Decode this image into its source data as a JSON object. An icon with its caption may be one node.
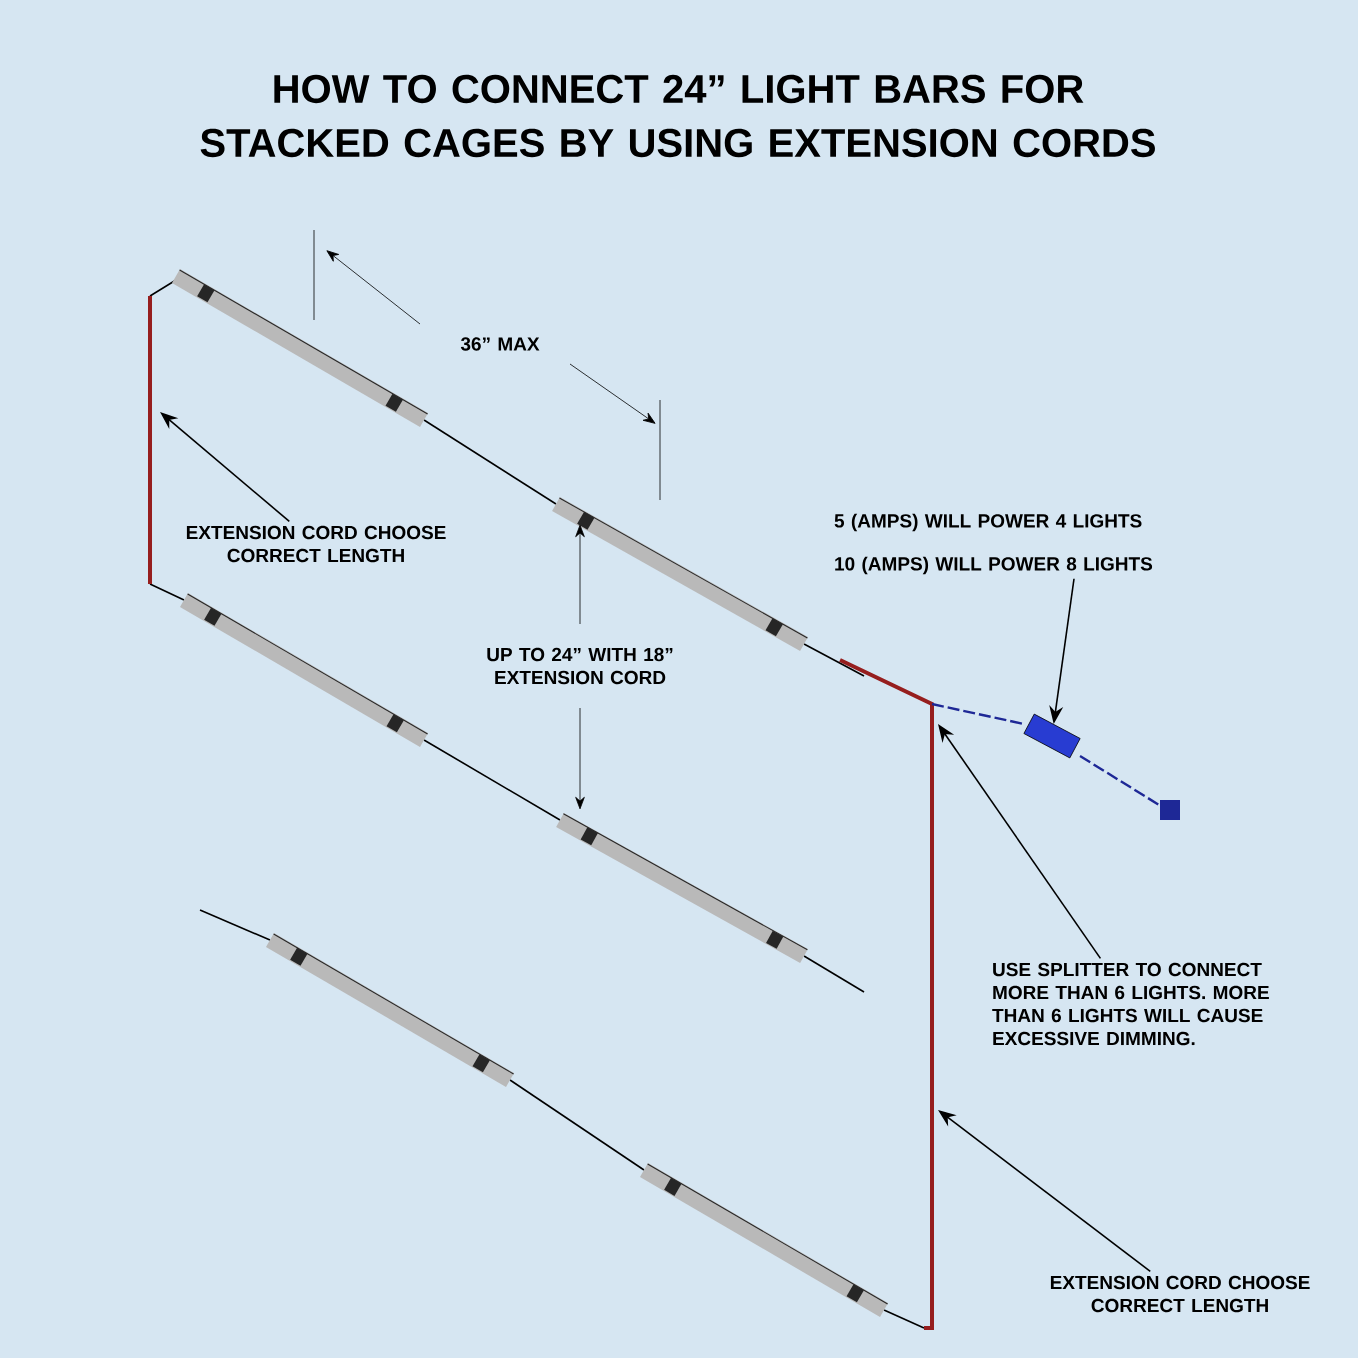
{
  "diagram": {
    "title": "HOW TO CONNECT 24” LIGHT BARS FOR STACKED CAGES BY USING EXTENSION CORDS",
    "nodes": [
      {
        "text": [
          "5 (AMPS) WILL POWER 4 LIGHTS",
          "10 (AMPS) WILL POWER 8 LIGHTS"
        ]
      },
      {
        "text": [],
        "shape": "box"
      },
      {
        "text": [
          "EXTENSION CORD CHOOSE CORRECT LENGTH"
        ]
      },
      {
        "text": [
          "USE SPLITTER TO CONNECT MORE THAN 6 LIGHTS. MORE THAN 6 LIGHTS WILL CAUSE EXCESSIVE DIMMING."
        ]
      },
      {
        "text": [
          "EXTENSION CORD CHOOSE CORRECT LENGTH"
        ]
      }
    ],
    "edges": [
      {
        "from": 0,
        "to": 1,
        "arrow": "to"
      },
      {
        "from": 2,
        "to": null,
        "arrow": "to"
      },
      {
        "from": 3,
        "to": null,
        "arrow": "to"
      },
      {
        "from": 4,
        "to": null,
        "arrow": "to"
      }
    ],
    "labels": [
      "36” MAX",
      "UP TO 24” WITH 18” EXTENSION CORD"
    ]
  }
}
